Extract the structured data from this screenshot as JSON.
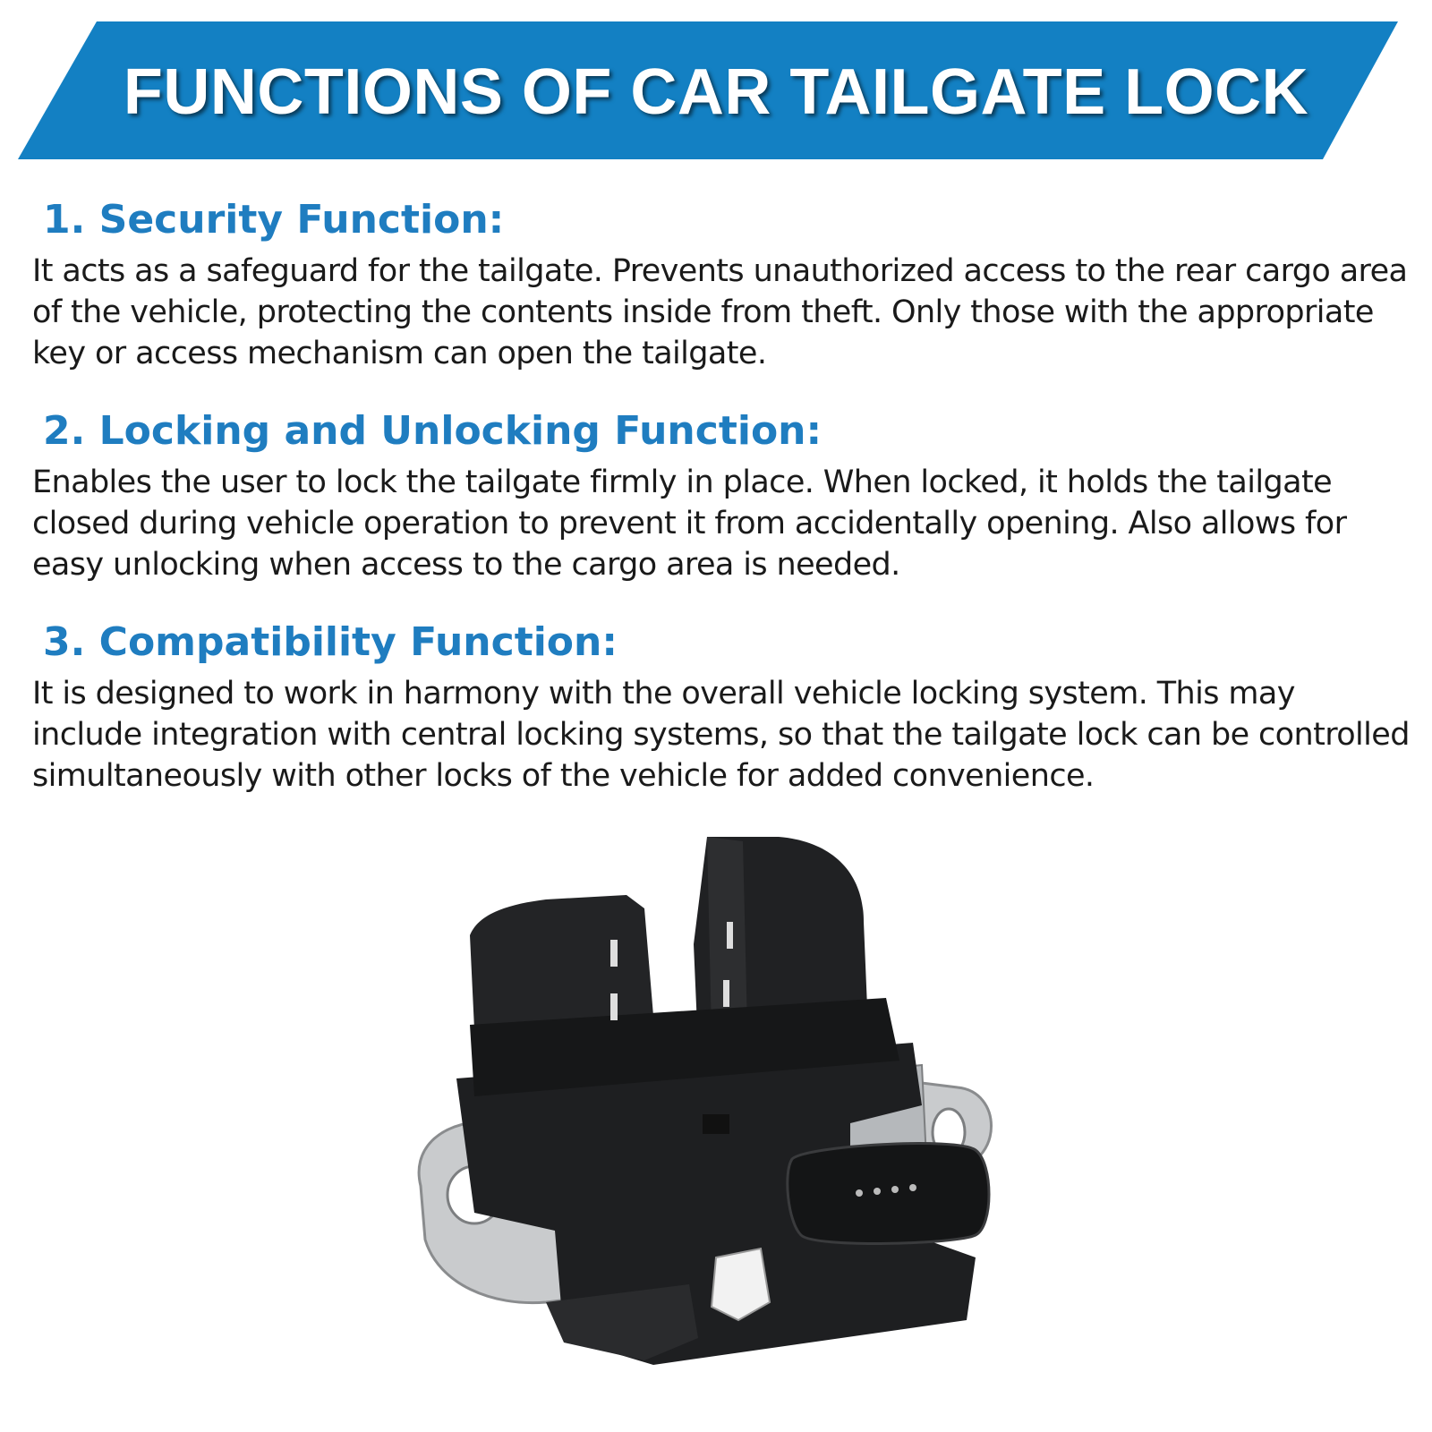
{
  "banner": {
    "title": "FUNCTIONS OF CAR TAILGATE LOCK",
    "color": "#1380c3"
  },
  "accent_color": "#1f7dc0",
  "sections": [
    {
      "heading": "1. Security Function:",
      "body": "It acts as a safeguard for the tailgate. Prevents unauthorized access to the rear cargo area of the vehicle, protecting the contents inside from theft. Only those with the appropriate key or access mechanism can open the tailgate."
    },
    {
      "heading": "2. Locking and Unlocking Function:",
      "body": "Enables the user to lock the tailgate firmly in place. When locked, it holds the tailgate closed during vehicle operation to prevent it from accidentally opening. Also allows for easy unlocking when access to the cargo area is needed."
    },
    {
      "heading": "3. Compatibility Function:",
      "body": "It is designed to work in harmony with the overall vehicle locking system. This may include integration with central locking systems, so that the tailgate lock can be controlled simultaneously with other locks of the vehicle for added convenience."
    }
  ],
  "product_image": {
    "icon": "tailgate-lock-actuator-icon"
  }
}
